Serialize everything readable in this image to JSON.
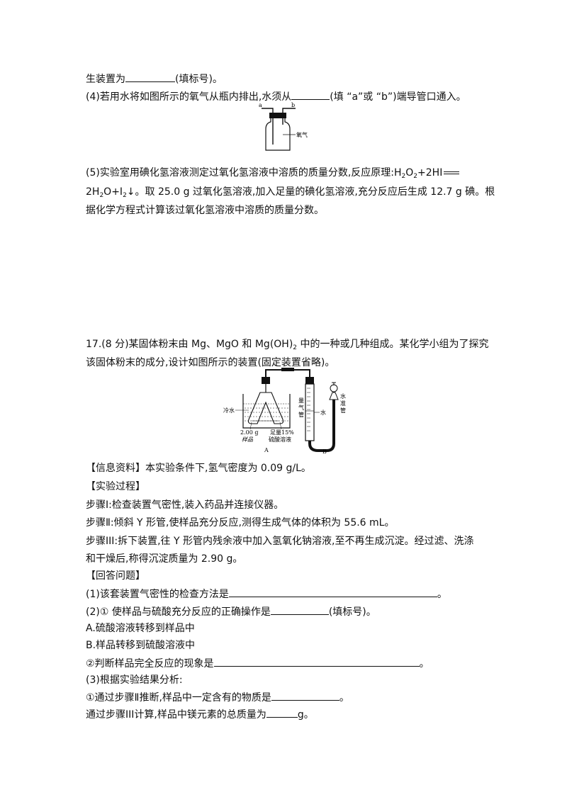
{
  "q16": {
    "line_top_a": "生装置为",
    "line_top_b": "(填标号)。",
    "p4_a": "(4)若用水将如图所示的氧气从瓶内排出,水须从",
    "p4_b": "(填 “a”或 “b”)端导管口通入。",
    "fig_a": "a",
    "fig_b": "b",
    "fig_gas": "氧气",
    "p5_l1_a": "(5)实验室用碘化氢溶液测定过氧化氢溶液中溶质的质量分数,反应原理:H",
    "p5_l1_b": "2",
    "p5_l1_c": "O",
    "p5_l1_d": "2",
    "p5_l1_e": "+2HI",
    "p5_l2_a": "2H",
    "p5_l2_b": "2",
    "p5_l2_c": "O+I",
    "p5_l2_d": "2",
    "p5_l2_e": "↓。取 25.0  g 过氧化氢溶液,加入足量的碘化氢溶液,充分反应后生成 12.7  g  碘。根",
    "p5_l3": "据化学方程式计算该过氧化氢溶液中溶质的质量分数。"
  },
  "q17": {
    "l1_a": "17.(8 分)某固体粉末由 Mg、MgO 和 Mg(OH)",
    "l1_b": "2",
    "l1_c": " 中的一种或几种组成。某化学小组为了探究",
    "l2": "该固体粉末的成分,设计如图所示的装置(固定装置省略)。",
    "fig": {
      "cold_water": "冷水",
      "sample_mass": "2.00 g",
      "sample": "样品",
      "acid_1": "足量15%",
      "acid_2": "硫酸溶液",
      "label_A": "A",
      "tube_1": "量",
      "tube_2": "气",
      "tube_3": "管",
      "water": "水",
      "level_1": "水",
      "level_2": "准",
      "level_3": "管",
      "label_B": "B"
    },
    "info": "【信息资料】本实验条件下,氢气密度为 0.09  g/L。",
    "process": "【实验过程】",
    "step1": "步骤Ⅰ:检查装置气密性,装入药品并连接仪器。",
    "step2": "步骤Ⅱ:倾斜 Y 形管,使样品充分反应,测得生成气体的体积为 55.6  mL。",
    "step3_l1": "步骤III:拆下装置,往 Y 形管内残余液中加入氢氧化钠溶液,至不再生成沉淀。经过滤、洗涤",
    "step3_l2": "和干燥后,称得沉淀质量为 2.90  g。",
    "answer": "【回答问题】",
    "a1_a": "(1)该套装置气密性的检查方法是",
    "a1_b": "。",
    "a2_a": "(2)① 使样品与硫酸充分反应的正确操作是",
    "a2_b": "(填标号)。",
    "optA": "A.硫酸溶液转移到样品中",
    "optB": "B.样品转移到硫酸溶液中",
    "a2b_a": "②判断样品完全反应的现象是",
    "a2b_b": "。",
    "a3": "(3)根据实验结果分析:",
    "a3a_a": "①通过步骤Ⅱ推断,样品中一定含有的物质是",
    "a3a_b": "。",
    "a3b_a": "通过步骤III计算,样品中镁元素的总质量为",
    "a3b_b": "g。"
  }
}
